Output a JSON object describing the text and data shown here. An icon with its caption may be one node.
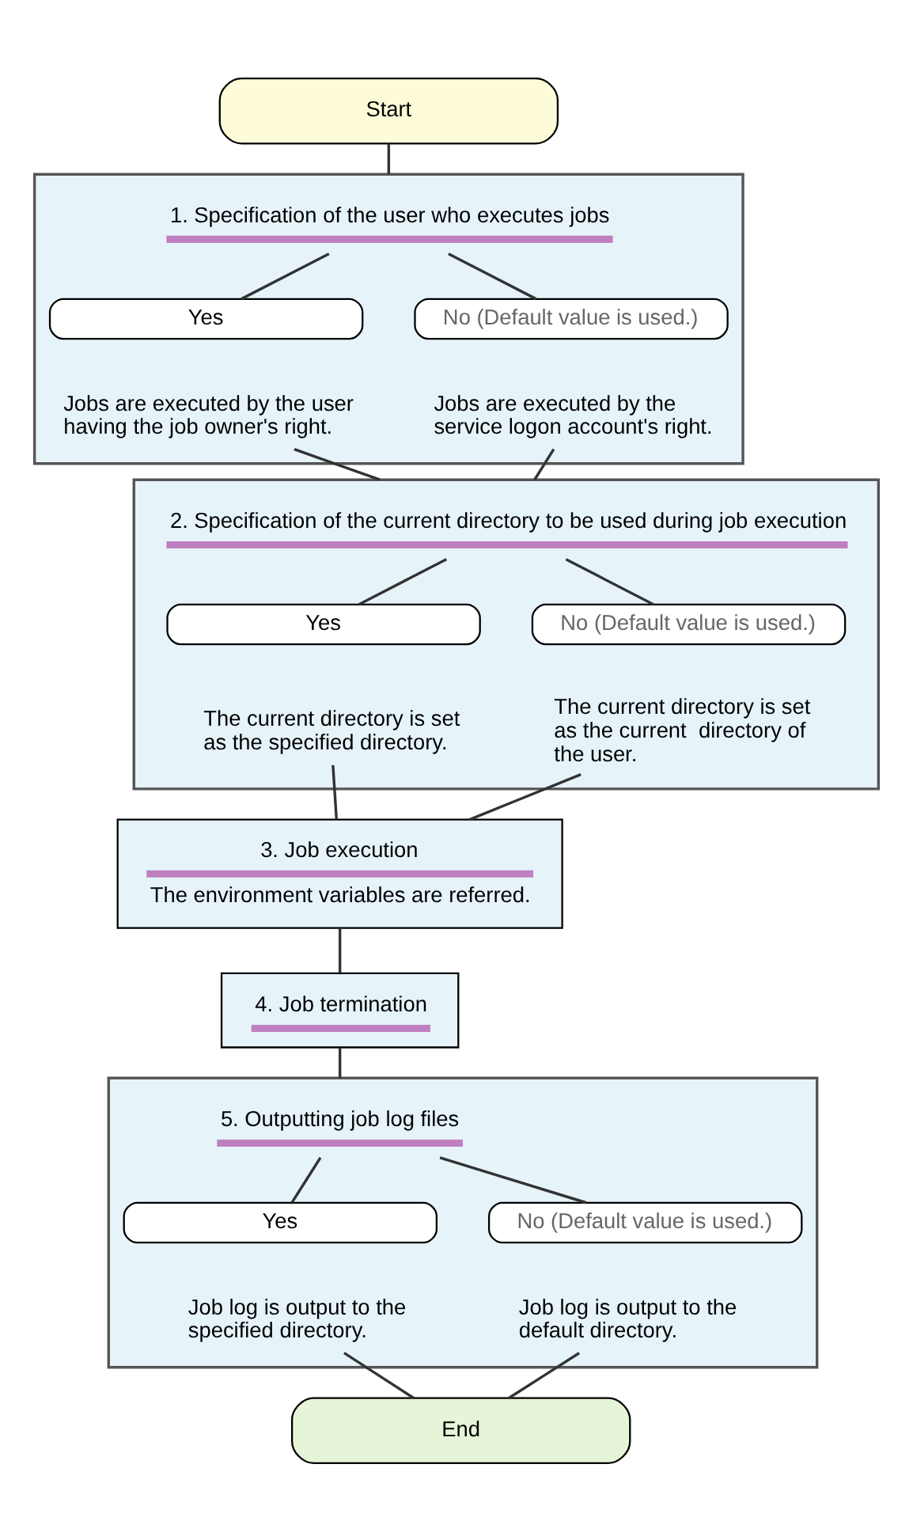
{
  "diagram": {
    "nodes": [
      {
        "text": [
          "Start"
        ]
      },
      {
        "text": [
          "1. Specification of the user who executes jobs"
        ]
      },
      {
        "text": [
          "Yes"
        ],
        "in": 1
      },
      {
        "text": [
          "No (Default value is used.)"
        ],
        "in": 1
      },
      {
        "text": [
          "Jobs are executed by the user having the job owner's right."
        ],
        "in": 1
      },
      {
        "text": [
          "Jobs are executed by the service logon account's right."
        ],
        "in": 1
      },
      {
        "text": [
          "2. Specification of the current directory to be used during job execution"
        ]
      },
      {
        "text": [
          "Yes"
        ],
        "in": 6
      },
      {
        "text": [
          "No (Default value is used.)"
        ],
        "in": 6
      },
      {
        "text": [
          "The current directory is set as the specified directory."
        ],
        "in": 6
      },
      {
        "text": [
          "The current directory is set as the current  directory of the user."
        ],
        "in": 6
      },
      {
        "text": [
          "3. Job execution",
          "The environment variables are referred."
        ]
      },
      {
        "text": [
          "4. Job termination"
        ]
      },
      {
        "text": [
          "5. Outputting job log files"
        ]
      },
      {
        "text": [
          "Yes"
        ],
        "in": 13
      },
      {
        "text": [
          "No (Default value is used.)"
        ],
        "in": 13
      },
      {
        "text": [
          "Job log is output to the specified directory."
        ],
        "in": 13
      },
      {
        "text": [
          "Job log is output to the default directory."
        ],
        "in": 13
      },
      {
        "text": [
          "End"
        ]
      }
    ],
    "edges": [
      {
        "from": 0,
        "to": 1,
        "arrow": "none"
      },
      {
        "from": 1,
        "to": 2,
        "arrow": "none"
      },
      {
        "from": 1,
        "to": 3,
        "arrow": "none"
      },
      {
        "from": 4,
        "to": 6,
        "arrow": "none"
      },
      {
        "from": 5,
        "to": 6,
        "arrow": "none"
      },
      {
        "from": 6,
        "to": 7,
        "arrow": "none"
      },
      {
        "from": 6,
        "to": 8,
        "arrow": "none"
      },
      {
        "from": 9,
        "to": 11,
        "arrow": "none"
      },
      {
        "from": 10,
        "to": 11,
        "arrow": "none"
      },
      {
        "from": 11,
        "to": 12,
        "arrow": "none"
      },
      {
        "from": 12,
        "to": 13,
        "arrow": "none"
      },
      {
        "from": 13,
        "to": 14,
        "arrow": "none"
      },
      {
        "from": 13,
        "to": 15,
        "arrow": "none"
      },
      {
        "from": 16,
        "to": 18,
        "arrow": "none"
      },
      {
        "from": 17,
        "to": 18,
        "arrow": "none"
      }
    ]
  }
}
